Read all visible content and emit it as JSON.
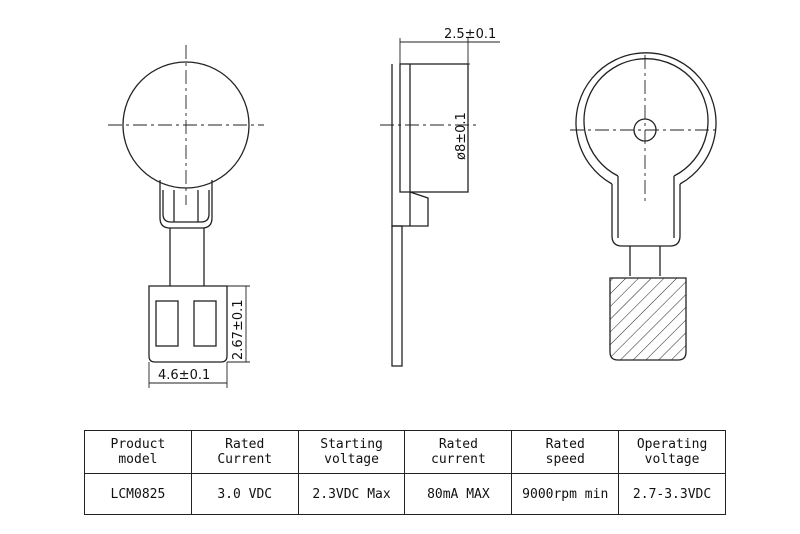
{
  "dimensions": {
    "thickness": "2.5±0.1",
    "diameter": "ø8±0.1",
    "pad_height": "2.67±0.1",
    "pad_width": "4.6±0.1"
  },
  "table": {
    "headers": [
      [
        "Product",
        "model"
      ],
      [
        "Rated",
        "Current"
      ],
      [
        "Starting",
        "voltage"
      ],
      [
        "Rated",
        "current"
      ],
      [
        "Rated",
        "speed"
      ],
      [
        "Operating",
        "voltage"
      ]
    ],
    "values": [
      "LCM0825",
      "3.0 VDC",
      "2.3VDC Max",
      "80mA MAX",
      "9000rpm min",
      "2.7-3.3VDC"
    ]
  }
}
